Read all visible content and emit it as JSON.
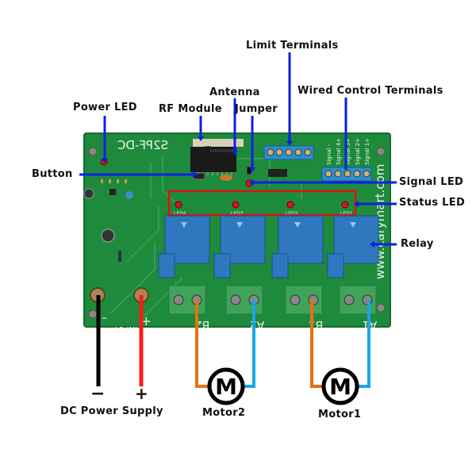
{
  "title": "4-Channel RF Relay Board Wiring Diagram",
  "board": {
    "model": "S2PF-DC",
    "website": "www.carymart.com",
    "input_label": "INPUT",
    "terminal_labels": [
      "B2",
      "A2",
      "B1",
      "A1"
    ],
    "led_labels": [
      "LED4",
      "LED3",
      "LED2",
      "LED1"
    ],
    "signal_terminals": [
      "Signal -",
      "Signal 4+",
      "Signal 3+",
      "Signal 2+",
      "Signal 1+"
    ],
    "colors": {
      "pcb": "#1e8a3c",
      "relay": "#2f78c0",
      "terminal_green": "#3fa35a",
      "terminal_blue": "#2a8fd0"
    }
  },
  "callouts": {
    "limit_terminals": "Limit Terminals",
    "antenna": "Antenna",
    "wired_control_terminals": "Wired Control Terminals",
    "power_led": "Power LED",
    "rf_module": "RF Module",
    "jumper": "Jumper",
    "button": "Button",
    "signal_led": "Signal LED",
    "status_led": "Status LED",
    "relay": "Relay"
  },
  "wiring": {
    "power": {
      "label": "DC Power Supply",
      "minus": "−",
      "plus": "+",
      "minus_color": "#000000",
      "plus_color": "#ff1a1a"
    },
    "motor2": {
      "label": "Motor2",
      "symbol": "M",
      "wire_a": "#e8700f",
      "wire_b": "#1aa5e8"
    },
    "motor1": {
      "label": "Motor1",
      "symbol": "M",
      "wire_a": "#e8700f",
      "wire_b": "#1aa5e8"
    }
  },
  "accent": {
    "callout_line": "#0a1fe6",
    "status_box": "#e01010"
  }
}
